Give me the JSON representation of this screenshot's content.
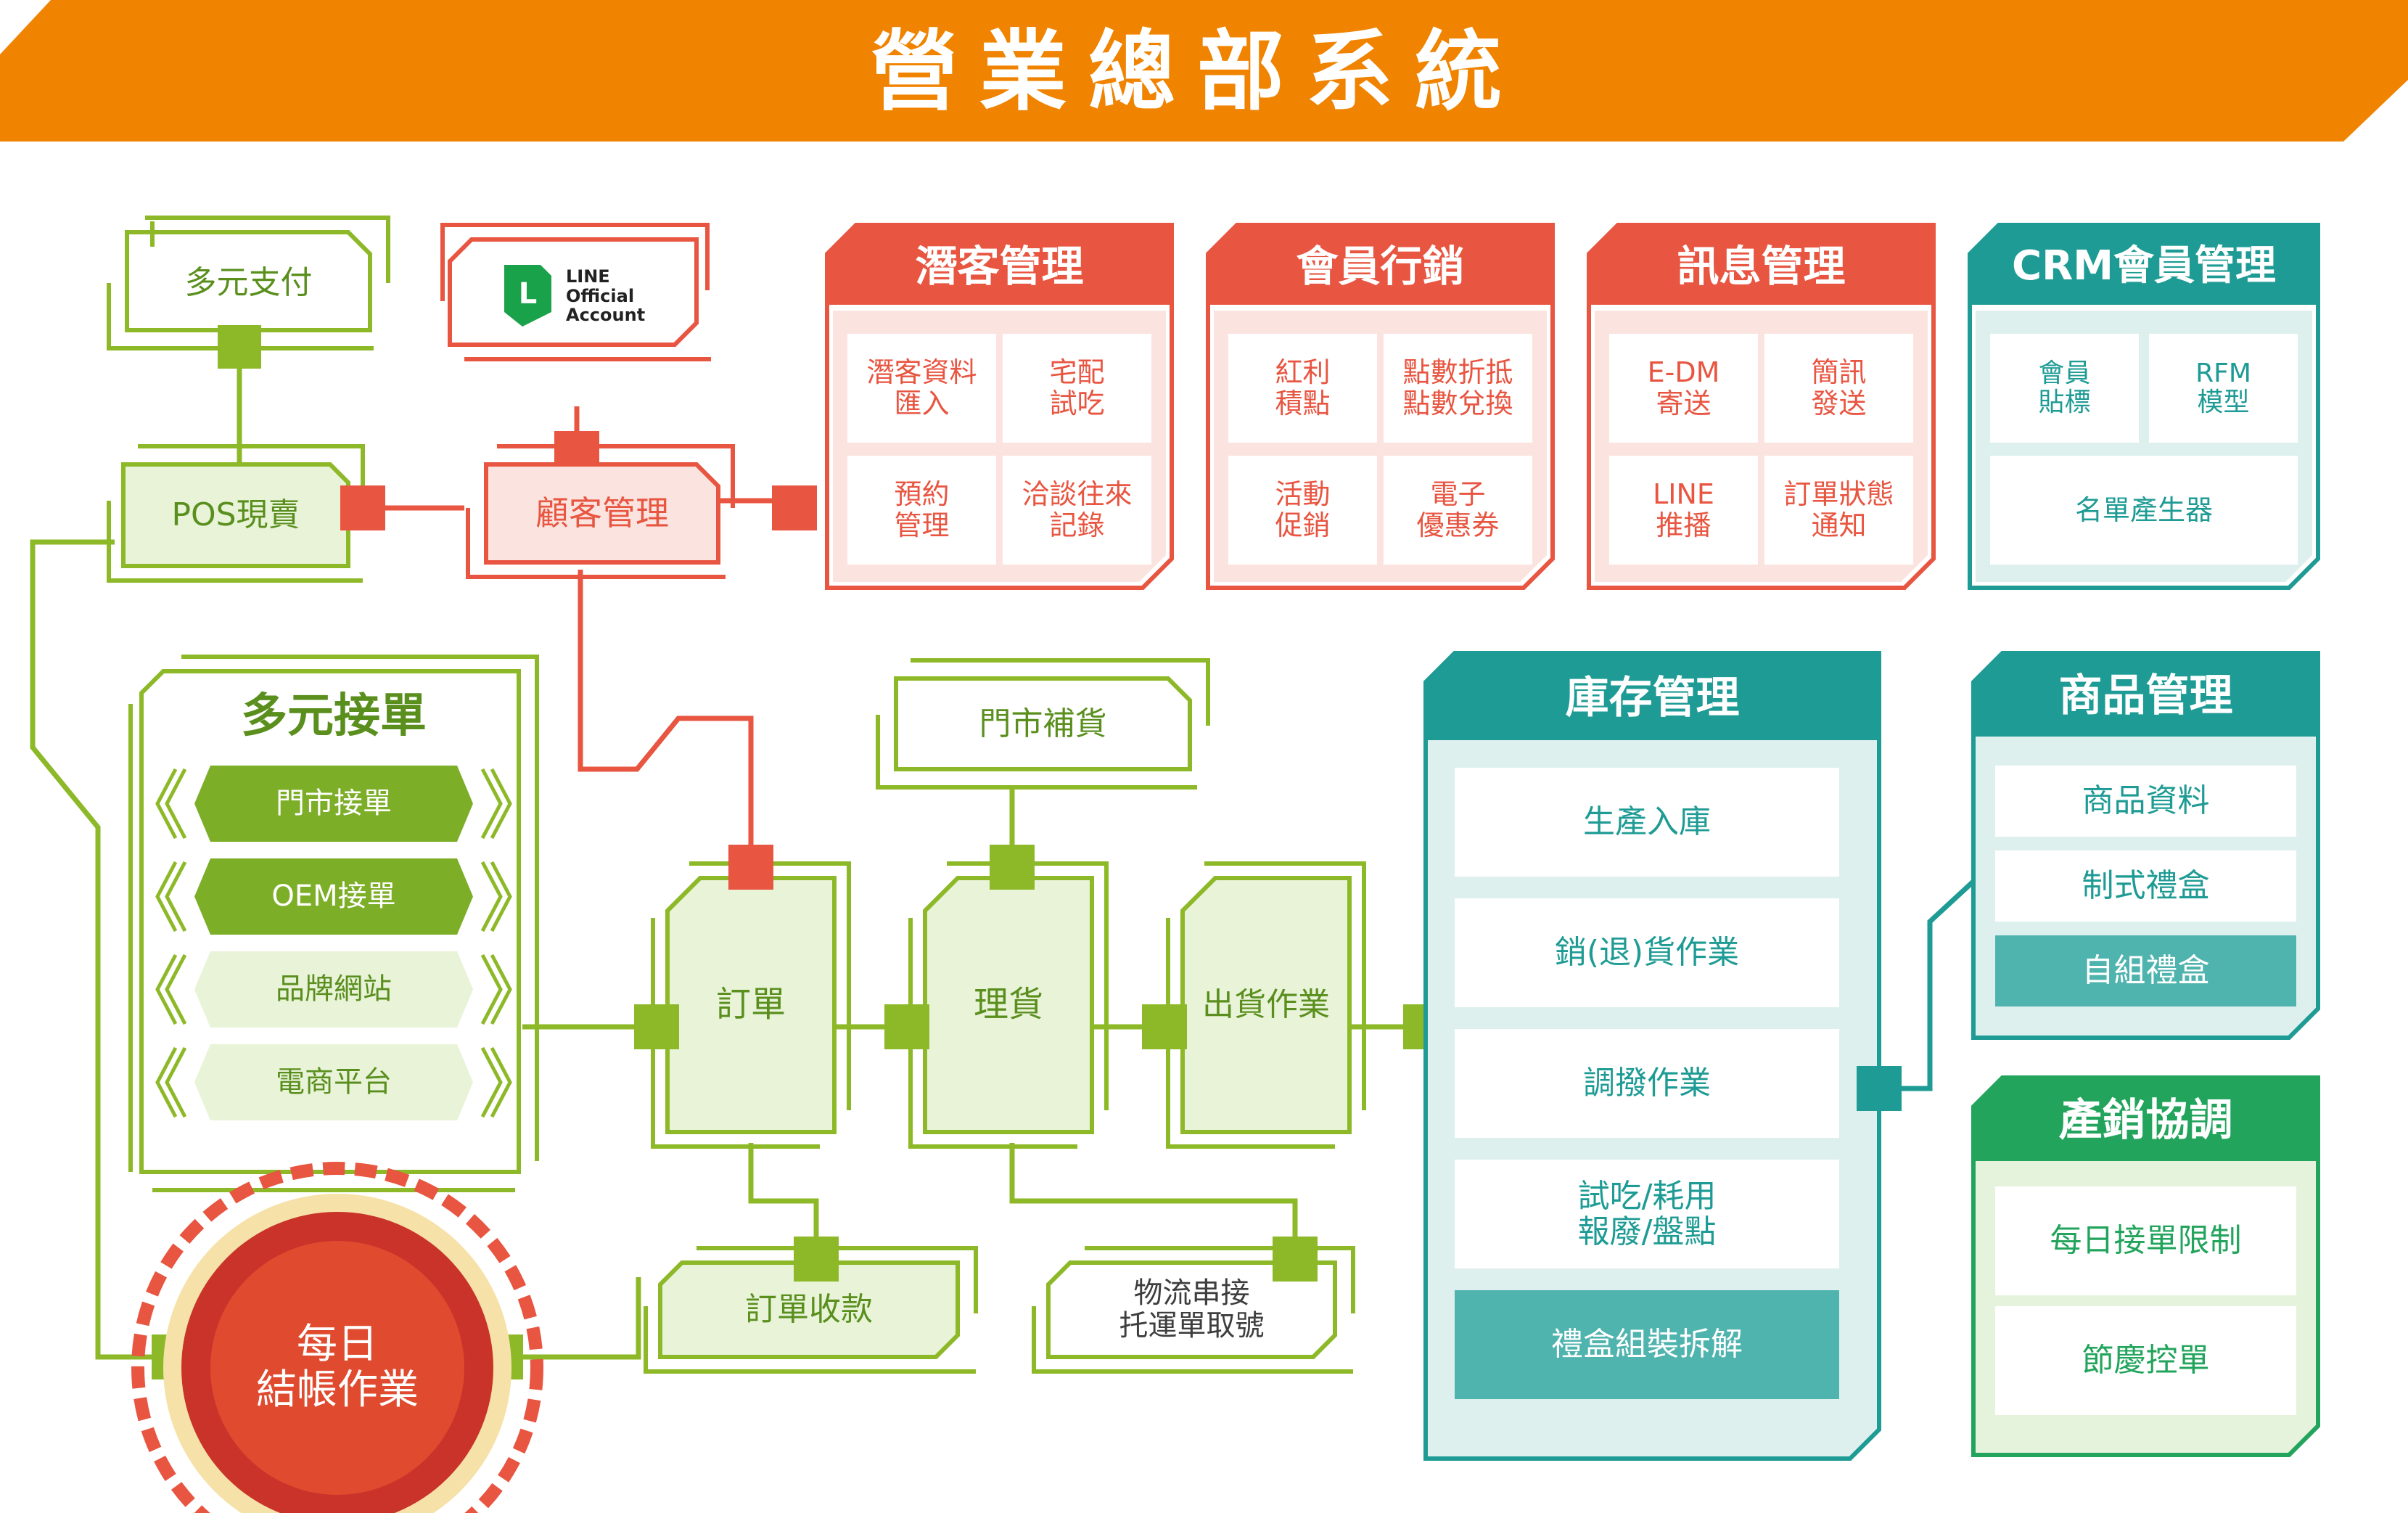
{
  "title": "營業總部系統",
  "colors": {
    "orange": "#F08300",
    "red": "#E85541",
    "green": "#8DB928",
    "green_text": "#5A8F1E",
    "green_fill": "#E8F3D8",
    "teal": "#1E9B94",
    "teal_fill": "#DDF0EE",
    "teal_highlight": "#4FB3AE",
    "dark_green": "#22A45C"
  },
  "pos": {
    "payment": "多元支付",
    "pos_sale": "POS現賣"
  },
  "line_badge": {
    "text": "LINE\nOfficial\nAccount",
    "logo_letter": "L"
  },
  "customer_mgmt": "顧客管理",
  "red_modules": [
    {
      "title": "潛客管理",
      "cells": [
        "潛客資料\n匯入",
        "宅配\n試吃",
        "預約\n管理",
        "洽談往來\n記錄"
      ]
    },
    {
      "title": "會員行銷",
      "cells": [
        "紅利\n積點",
        "點數折抵\n點數兌換",
        "活動\n促銷",
        "電子\n優惠券"
      ]
    },
    {
      "title": "訊息管理",
      "cells": [
        "E-DM\n寄送",
        "簡訊\n發送",
        "LINE\n推播",
        "訂單狀態\n通知"
      ]
    }
  ],
  "crm": {
    "title": "CRM會員管理",
    "cells": [
      "會員\n貼標",
      "RFM\n模型"
    ],
    "wide": "名單產生器"
  },
  "multi_order": {
    "title": "多元接單",
    "items": [
      "門市接單",
      "OEM接單",
      "品牌網站",
      "電商平台"
    ]
  },
  "flow": {
    "restock": "門市補貨",
    "order": "訂單",
    "picking": "理貨",
    "shipping": "出貨作業",
    "payment": "訂單收款",
    "logistics": "物流串接\n托運單取號"
  },
  "daily_close": "每日\n結帳作業",
  "inventory": {
    "title": "庫存管理",
    "items": [
      "生產入庫",
      "銷(退)貨作業",
      "調撥作業",
      "試吃/耗用\n報廢/盤點",
      "禮盒組裝拆解"
    ]
  },
  "product": {
    "title": "商品管理",
    "items": [
      "商品資料",
      "制式禮盒",
      "自組禮盒"
    ]
  },
  "prod_sales": {
    "title": "產銷協調",
    "items": [
      "每日接單限制",
      "節慶控單"
    ]
  }
}
